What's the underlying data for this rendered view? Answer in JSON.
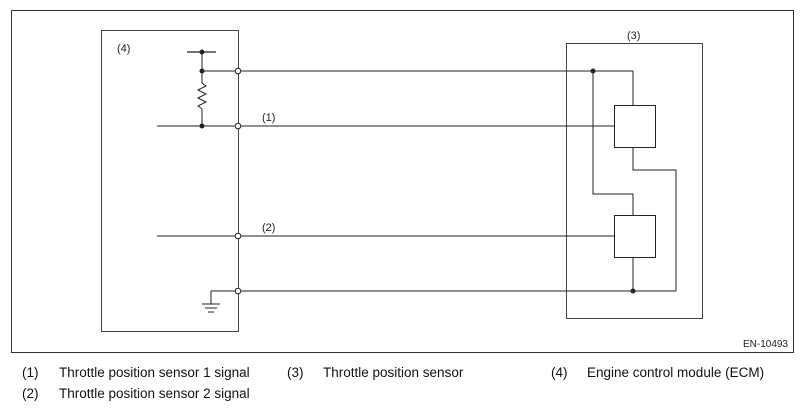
{
  "diagram": {
    "ref_labels": {
      "ecm": "(4)",
      "sensor": "(3)",
      "signal1": "(1)",
      "signal2": "(2)"
    },
    "figure_code": "EN-10493"
  },
  "legend": [
    {
      "num": "(1)",
      "text": "Throttle position sensor 1 signal"
    },
    {
      "num": "(2)",
      "text": "Throttle position sensor 2 signal"
    },
    {
      "num": "(3)",
      "text": "Throttle position sensor"
    },
    {
      "num": "(4)",
      "text": "Engine control module (ECM)"
    }
  ]
}
